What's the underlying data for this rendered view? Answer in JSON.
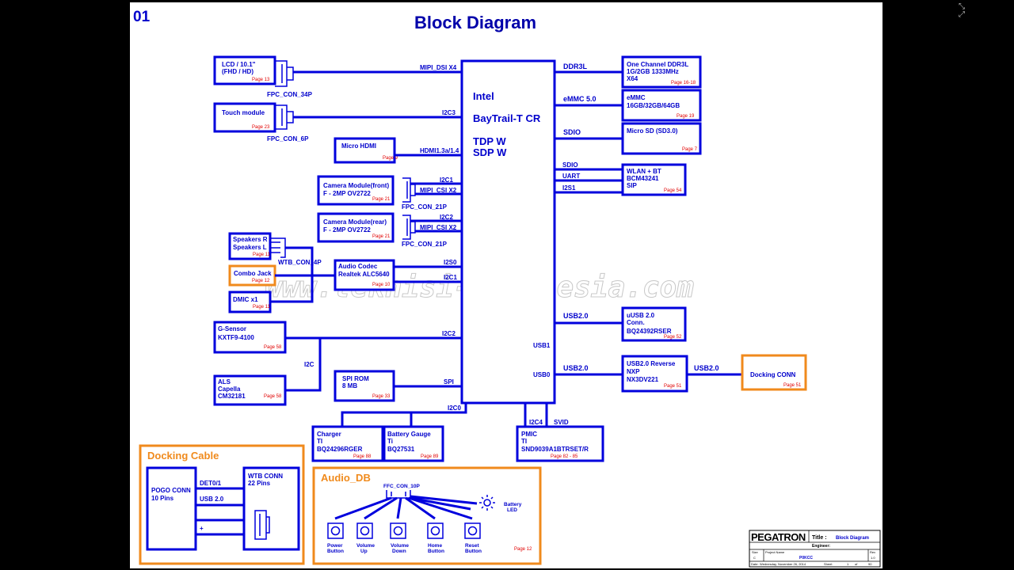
{
  "sheet": {
    "number": "01",
    "title": "Block Diagram",
    "watermark": "www.teknisi-indonesia.com"
  },
  "cpu": {
    "line1": "Intel",
    "line2": "BayTrail-T CR",
    "line3": "TDP W",
    "line4": "SDP W"
  },
  "left": {
    "lcd": {
      "l1": "LCD / 10.1\"",
      "l2": "(FHD / HD)",
      "page": "Page 13",
      "conn": "FPC_CON_34P",
      "bus": "MIPI_DSI X4"
    },
    "touch": {
      "l1": "Touch module",
      "page": "Page 23",
      "conn": "FPC_CON_6P",
      "bus": "I2C3"
    },
    "hdmi": {
      "l1": "Micro HDMI",
      "page": "Page 9",
      "bus": "HDMI1.3a/1.4"
    },
    "cam_front": {
      "l1": "Camera Module(front)",
      "l2": "F - 2MP OV2722",
      "page": "Page 21",
      "conn": "FPC_CON_21P",
      "bus1": "I2C1",
      "bus2": "MIPI_CSI X2"
    },
    "cam_rear": {
      "l1": "Camera Module(rear)",
      "l2": "F - 2MP     OV2722",
      "page": "Page 21",
      "conn": "FPC_CON_21P",
      "bus1": "I2C2",
      "bus2": "MIPI_CSI X2"
    },
    "speakers": {
      "l1": "Speakers R",
      "l2": "Speakers L",
      "page": "Page 11",
      "conn": "WTB_CON_4P"
    },
    "combo": {
      "l1": "Combo Jack",
      "page": "Page 12"
    },
    "dmic": {
      "l1": "DMIC x1",
      "page": "Page 11"
    },
    "codec": {
      "l1": "Audio Codec",
      "l2": "Realtek ALC5640",
      "page": "Page 10",
      "bus1": "I2S0",
      "bus2": "I2C1"
    },
    "gsensor": {
      "l1": "G-Sensor",
      "l2": "KXTF9-4100",
      "page": "Page 58",
      "bus": "I2C2"
    },
    "i2c_label": "I2C",
    "als": {
      "l1": "ALS",
      "l2": "Capella",
      "l3": "CM32181",
      "page": "Page 58"
    },
    "spirom": {
      "l1": "SPI ROM",
      "l2": "8 MB",
      "page": "Page 33",
      "bus": "SPI"
    }
  },
  "right": {
    "ddr": {
      "bus": "DDR3L",
      "l1": "One Channel DDR3L",
      "l2": "1G/2GB 1333MHz",
      "l3": "X64",
      "page": "Page 16-18"
    },
    "emmc": {
      "bus": "eMMC 5.0",
      "l1": "eMMC",
      "l2": "16GB/32GB/64GB",
      "page": "Page 19"
    },
    "sd": {
      "bus": "SDIO",
      "l1": "Micro SD (SD3.0)",
      "page": "Page 7"
    },
    "wlan": {
      "bus1": "SDIO",
      "bus2": "UART",
      "bus3": "I2S1",
      "l1": "WLAN + BT",
      "l2": "BCM43241",
      "l3": "SIP",
      "page": "Page 54"
    },
    "usb": {
      "bus": "USB2.0",
      "l1": "uUSB 2.0",
      "l2": "Conn.",
      "l3": "BQ24392RSER",
      "page": "Page 52",
      "port": "USB1"
    },
    "rev": {
      "bus": "USB2.0",
      "l1": "USB2.0 Reverse",
      "l2": "NXP",
      "l3": "NX3DV221",
      "page": "Page 51",
      "port": "USB0",
      "bus_out": "USB2.0"
    },
    "dock": {
      "l1": "Docking CONN",
      "page": "Page 51"
    }
  },
  "bottom": {
    "i2c0": "I2C0",
    "charger": {
      "l1": "Charger",
      "l2": "TI",
      "l3": "BQ24296RGER",
      "page": "Page 88"
    },
    "gauge": {
      "l1": "Battery Gauge",
      "l2": "Ti",
      "l3": "BQ27531",
      "page": "Page 89"
    },
    "pmic": {
      "bus1": "I2C4",
      "bus2": "SVID",
      "l1": "PMIC",
      "l2": "TI",
      "l3": "SND9039A1BTRSET/R",
      "page": "Page 82 - 85"
    }
  },
  "docking_cable": {
    "title": "Docking Cable",
    "pogo_l1": "POGO CONN",
    "pogo_l2": "10 Pins",
    "wtb_l1": "WTB CONN",
    "wtb_l2": "22 Pins",
    "sig1": "DET0/1",
    "sig2": "USB 2.0",
    "sig3": "+"
  },
  "audio_db": {
    "title": "Audio_DB",
    "conn": "FFC_CON_10P",
    "led_l1": "Battery",
    "led_l2": "LED",
    "buttons": [
      {
        "l1": "Power",
        "l2": "Button"
      },
      {
        "l1": "Volume",
        "l2": "Up"
      },
      {
        "l1": "Volume",
        "l2": "Down"
      },
      {
        "l1": "Home",
        "l2": "Button"
      },
      {
        "l1": "Reset",
        "l2": "Button"
      }
    ],
    "page": "Page 12"
  },
  "title_block": {
    "company": "PEGATRON",
    "title_label": "Title :",
    "title_value": "Block Diagram",
    "engineer_label": "Engineer:",
    "size_label": "Size",
    "size_value": "C",
    "project_label": "Project Name",
    "project_value": "P0KCC",
    "rev_label": "Rev",
    "rev_value": "1.0",
    "date_label": "Date:",
    "date_value": "Wednesday, November 26, 2014",
    "sheet_label": "Sheet",
    "sheet_value": "1",
    "of_label": "of",
    "of_value": "90"
  },
  "colors": {
    "line": "#0000dd",
    "accent": "#f08a1c",
    "page_ref": "#e00000",
    "background": "#000000"
  },
  "icons": {
    "corner": "fullscreen-exit-icon",
    "led": "led-sun-icon"
  }
}
